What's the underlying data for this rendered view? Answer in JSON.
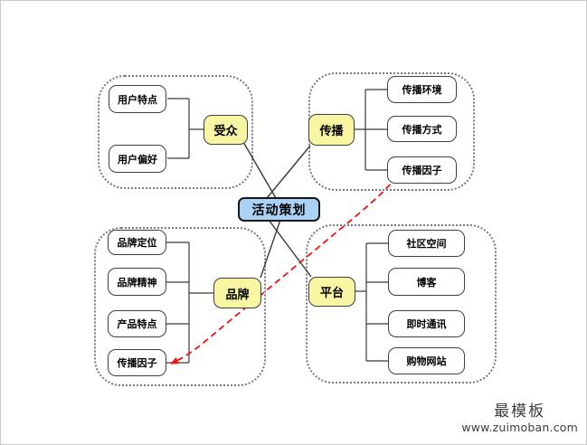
{
  "center": {
    "label": "活动策划"
  },
  "groups": [
    {
      "name": "audience",
      "parent": "受众",
      "children": [
        "用户特点",
        "用户偏好"
      ]
    },
    {
      "name": "spread",
      "parent": "传播",
      "children": [
        "传播环境",
        "传播方式",
        "传播因子"
      ]
    },
    {
      "name": "brand",
      "parent": "品牌",
      "children": [
        "品牌定位",
        "品牌精神",
        "产品特点",
        "传播因子"
      ]
    },
    {
      "name": "platform",
      "parent": "平台",
      "children": [
        "社区空间",
        "博客",
        "即时通讯",
        "购物网站"
      ]
    }
  ],
  "red_link": {
    "from": "传播因子",
    "to": "传播因子",
    "style": "dashed-arrow"
  },
  "watermark": {
    "brand": "最模板",
    "url": "www.zuimoban.com"
  },
  "colors": {
    "topic_fill": "#F8F6A2",
    "center_fill": "#A9D2F5",
    "node_border": "#3F3F3F",
    "line": "#3A3A3A",
    "red_link": "#F2120E",
    "frame_border": "#C9C9C9",
    "group_border": "#7A7A7A"
  }
}
